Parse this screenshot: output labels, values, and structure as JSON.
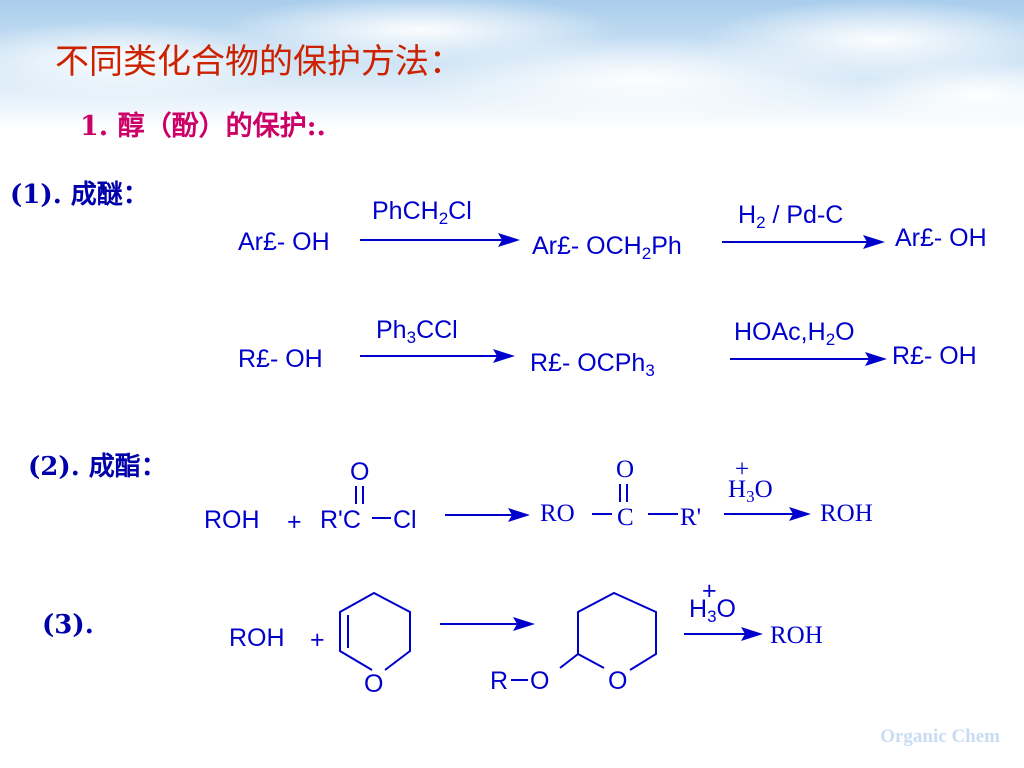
{
  "title": "不同类化合物的保护方法：",
  "subtitle": "1. 醇（酚）的保护:.",
  "sections": {
    "s1": "(1). 成醚：",
    "s2": "(2). 成酯：",
    "s3": "(3)."
  },
  "reaction1": {
    "reactant": "Ar£- OH",
    "reagent_a": "PhCH",
    "reagent_a_sub": "2",
    "reagent_a_end": "Cl",
    "intermediate": "Ar£- OCH",
    "intermediate_sub": "2",
    "intermediate_end": "Ph",
    "reagent_b": "H",
    "reagent_b_sub": "2",
    "reagent_b_end": " / Pd-C",
    "product": "Ar£- OH"
  },
  "reaction2": {
    "reactant": "R£- OH",
    "reagent_a": "Ph",
    "reagent_a_sub": "3",
    "reagent_a_end": "CCl",
    "intermediate": "R£- OCPh",
    "intermediate_sub": "3",
    "reagent_b": "HOAc,H",
    "reagent_b_sub": "2",
    "reagent_b_end": "O",
    "product": "R£- OH"
  },
  "reaction3": {
    "reactant": "ROH",
    "plus": "+",
    "acyl_left": "R'C",
    "acyl_right": "Cl",
    "carbonyl_o": "O",
    "ester_left": "RO",
    "ester_c": "C",
    "ester_right": "R'",
    "ester_o": "O",
    "hydrolysis_plus": "+",
    "hydrolysis_h": "H",
    "hydrolysis_sub": "3",
    "hydrolysis_o": "O",
    "product": "ROH"
  },
  "reaction4": {
    "reactant": "ROH",
    "plus": "+",
    "ring_o": "O",
    "ether_r": "R",
    "ether_o": "O",
    "ring_o2": "O",
    "hydrolysis_plus": "+",
    "hydrolysis_h": "H",
    "hydrolysis_sub": "3",
    "hydrolysis_o": "O",
    "product": "ROH"
  },
  "watermark": "Organic Chem",
  "colors": {
    "title": "#cc2200",
    "subtitle": "#cc0066",
    "chem": "#0000cc",
    "sky": "#bcd8f0"
  }
}
